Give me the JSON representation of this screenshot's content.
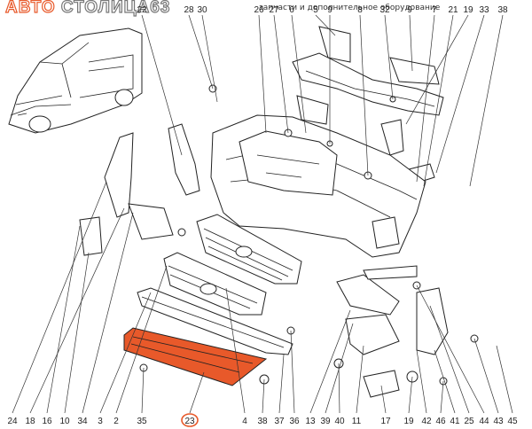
{
  "watermark": {
    "brand_a": "АВТО ",
    "brand_b": "СТОЛИЦА63",
    "caption": "запчасти и дополнительное оборудование"
  },
  "callouts_top": [
    "22",
    "28",
    "30",
    "26",
    "27",
    "6",
    "5",
    "9",
    "8",
    "32",
    "9",
    "7",
    "21",
    "19",
    "33",
    "38"
  ],
  "callouts_bottom": [
    "24",
    "18",
    "16",
    "10",
    "34",
    "3",
    "2",
    "35",
    "23",
    "4",
    "38",
    "37",
    "36",
    "13",
    "39",
    "40",
    "11",
    "17",
    "19",
    "42",
    "46",
    "41",
    "25",
    "44",
    "43",
    "45"
  ],
  "highlight": {
    "label": "23",
    "color": "#e8592a"
  }
}
